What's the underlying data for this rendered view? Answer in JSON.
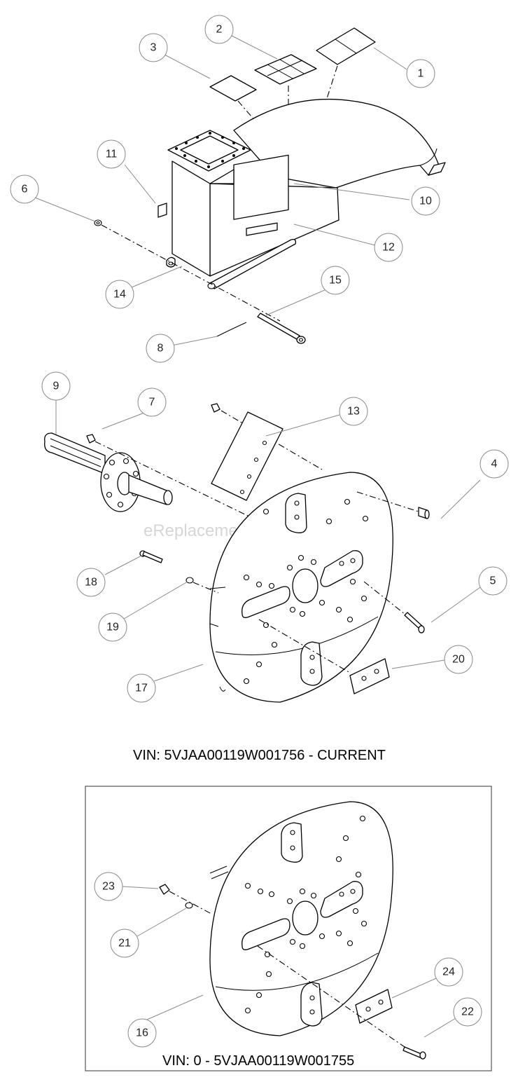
{
  "watermark": "eReplacementParts.com",
  "captions": {
    "current": "VIN: 5VJAA00119W001756 - CURRENT",
    "previous": "VIN: 0 - 5VJAA00119W001755"
  },
  "callouts": [
    "1",
    "2",
    "3",
    "4",
    "5",
    "6",
    "7",
    "8",
    "9",
    "10",
    "11",
    "12",
    "13",
    "14",
    "15",
    "16",
    "17",
    "18",
    "19",
    "20",
    "21",
    "22",
    "23",
    "24"
  ]
}
